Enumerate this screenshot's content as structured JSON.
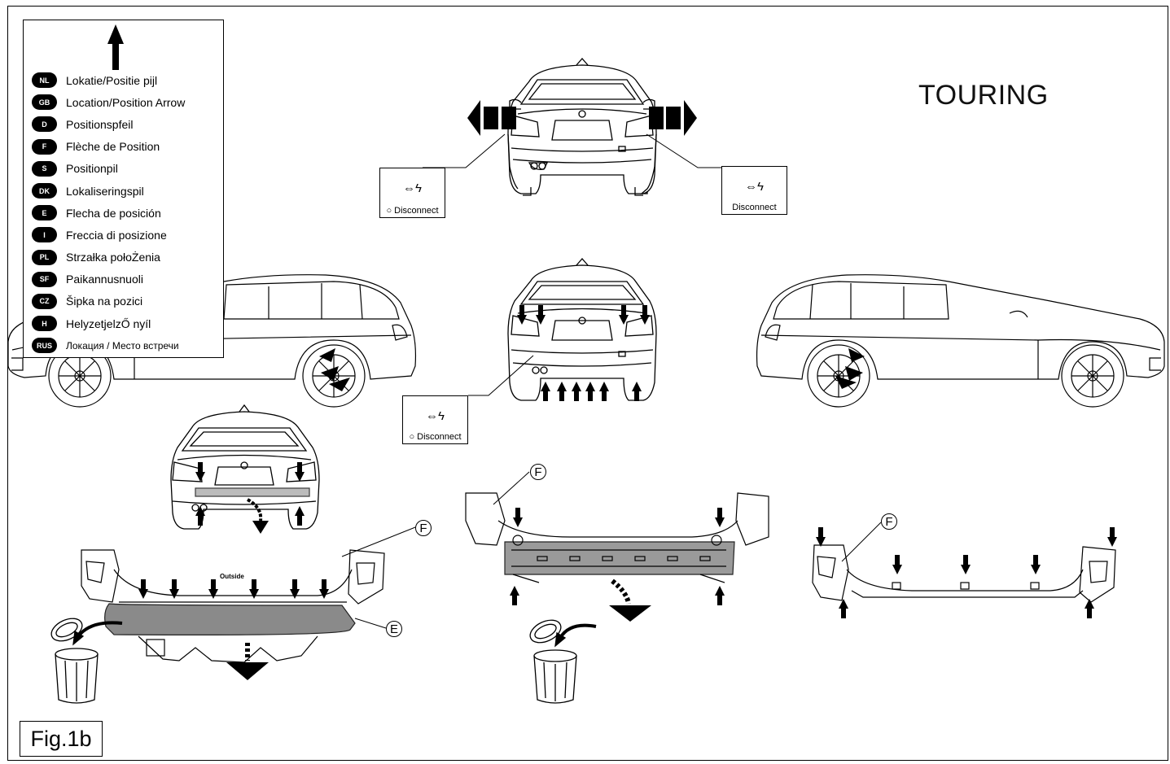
{
  "header": {
    "title": "TOURING"
  },
  "figure_label": "Fig.1b",
  "legend": {
    "items": [
      {
        "code": "NL",
        "label": "Lokatie/Positie pijl"
      },
      {
        "code": "GB",
        "label": "Location/Position Arrow"
      },
      {
        "code": "D",
        "label": "Positionspfeil"
      },
      {
        "code": "F",
        "label": "Flèche de Position"
      },
      {
        "code": "S",
        "label": "Positionpil"
      },
      {
        "code": "DK",
        "label": "Lokaliseringspil"
      },
      {
        "code": "E",
        "label": "Flecha de posición"
      },
      {
        "code": "I",
        "label": "Freccia di posizione"
      },
      {
        "code": "PL",
        "label": "Strzałka połoŻenia"
      },
      {
        "code": "SF",
        "label": "Paikannusnuoli"
      },
      {
        "code": "CZ",
        "label": "Šipka na pozici"
      },
      {
        "code": "H",
        "label": "HelyzetjelzŐ nyíl"
      },
      {
        "code": "RUS",
        "label": "Локация / Место встречи"
      }
    ]
  },
  "callouts": {
    "left_top": {
      "symbol": "⇔ϟ",
      "text": "○ Disconnect"
    },
    "right_top": {
      "symbol": "⇔ϟ",
      "text": "Disconnect"
    },
    "middle": {
      "symbol": "⇔ϟ",
      "text": "○ Disconnect"
    }
  },
  "annotations": {
    "outside": "Outside",
    "part_e": "E",
    "part_f_left": "F",
    "part_f_center": "F",
    "part_f_right": "F"
  }
}
